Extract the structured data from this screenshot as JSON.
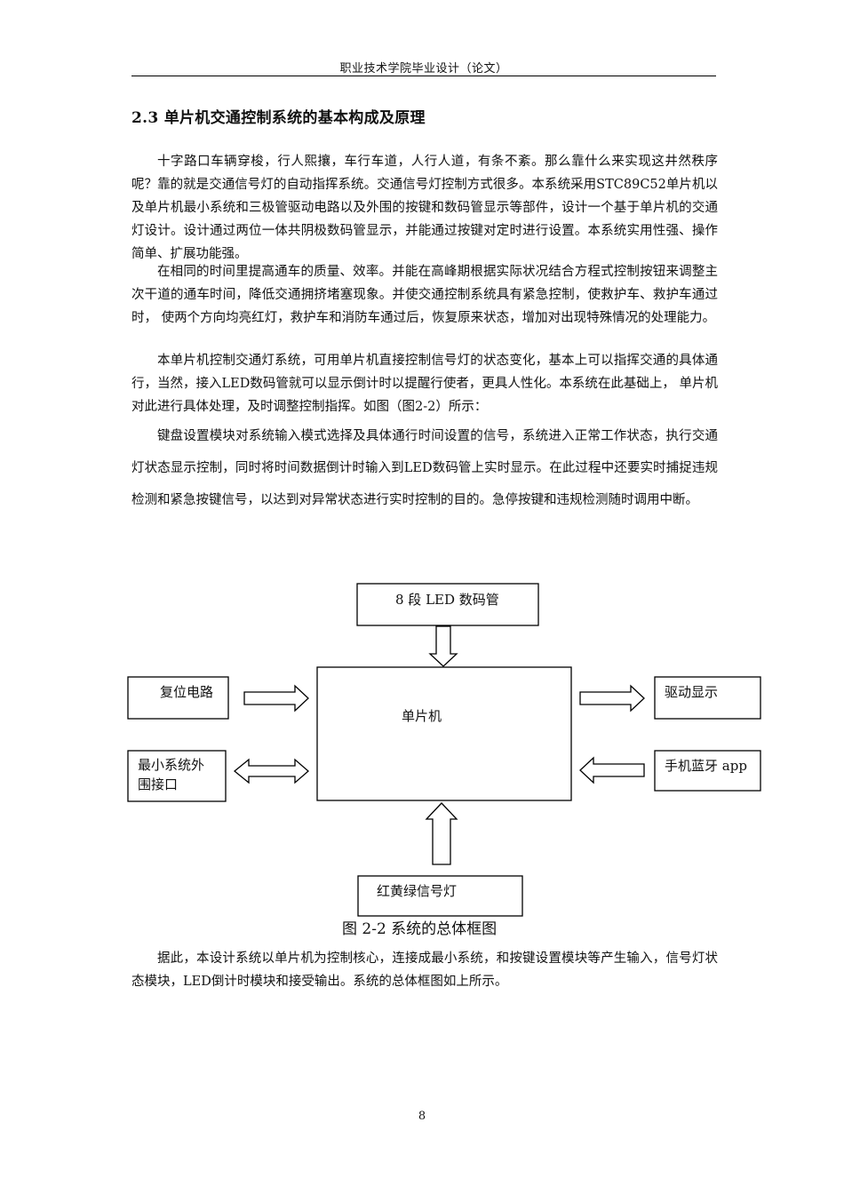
{
  "header": {
    "title": "职业技术学院毕业设计（论文）"
  },
  "section": {
    "title": "2.3 单片机交通控制系统的基本构成及原理"
  },
  "paragraphs": {
    "p1": "十字路口车辆穿梭，行人熙攘，车行车道，人行人道，有条不紊。那么靠什么来实现这井然秩序呢？靠的就是交通信号灯的自动指挥系统。交通信号灯控制方式很多。本系统采用STC89C52单片机以及单片机最小系统和三极管驱动电路以及外围的按键和数码管显示等部件，设计一个基于单片机的交通灯设计。设计通过两位一体共阴极数码管显示，并能通过按键对定时进行设置。本系统实用性强、操作简单、扩展功能强。",
    "p2": "在相同的时间里提高通车的质量、效率。并能在高峰期根据实际状况结合方程式控制按钮来调整主次干道的通车时间，降低交通拥挤堵塞现象。并使交通控制系统具有紧急控制，使救护车、救护车通过时， 使两个方向均亮红灯，救护车和消防车通过后，恢复原来状态，增加对出现特殊情况的处理能力。",
    "p3": "本单片机控制交通灯系统，可用单片机直接控制信号灯的状态变化，基本上可以指挥交通的具体通行，当然，接入LED数码管就可以显示倒计时以提醒行使者，更具人性化。本系统在此基础上， 单片机对此进行具体处理，及时调整控制指挥。如图（图2-2）所示：",
    "p4": "键盘设置模块对系统输入模式选择及具体通行时间设置的信号，系统进入正常工作状态，执行交通灯状态显示控制，同时将时间数据倒计时输入到LED数码管上实时显示。在此过程中还要实时捕捉违规检测和紧急按键信号，以达到对异常状态进行实时控制的目的。急停按键和违规检测随时调用中断。",
    "p5": "据此，本设计系统以单片机为控制核心，连接成最小系统，和按键设置模块等产生输入，信号灯状态模块，LED倒计时模块和接受输出。系统的总体框图如上所示。"
  },
  "diagram": {
    "led": "8 段 LED 数码管",
    "mcu": "单片机",
    "reset": "复位电路",
    "minsys_line1": "最小系统外",
    "minsys_line2": "围接口",
    "display": "驱动显示",
    "bluetooth": "手机蓝牙 app",
    "lights": "红黄绿信号灯"
  },
  "caption": "图 2-2 系统的总体框图",
  "page_number": "8"
}
